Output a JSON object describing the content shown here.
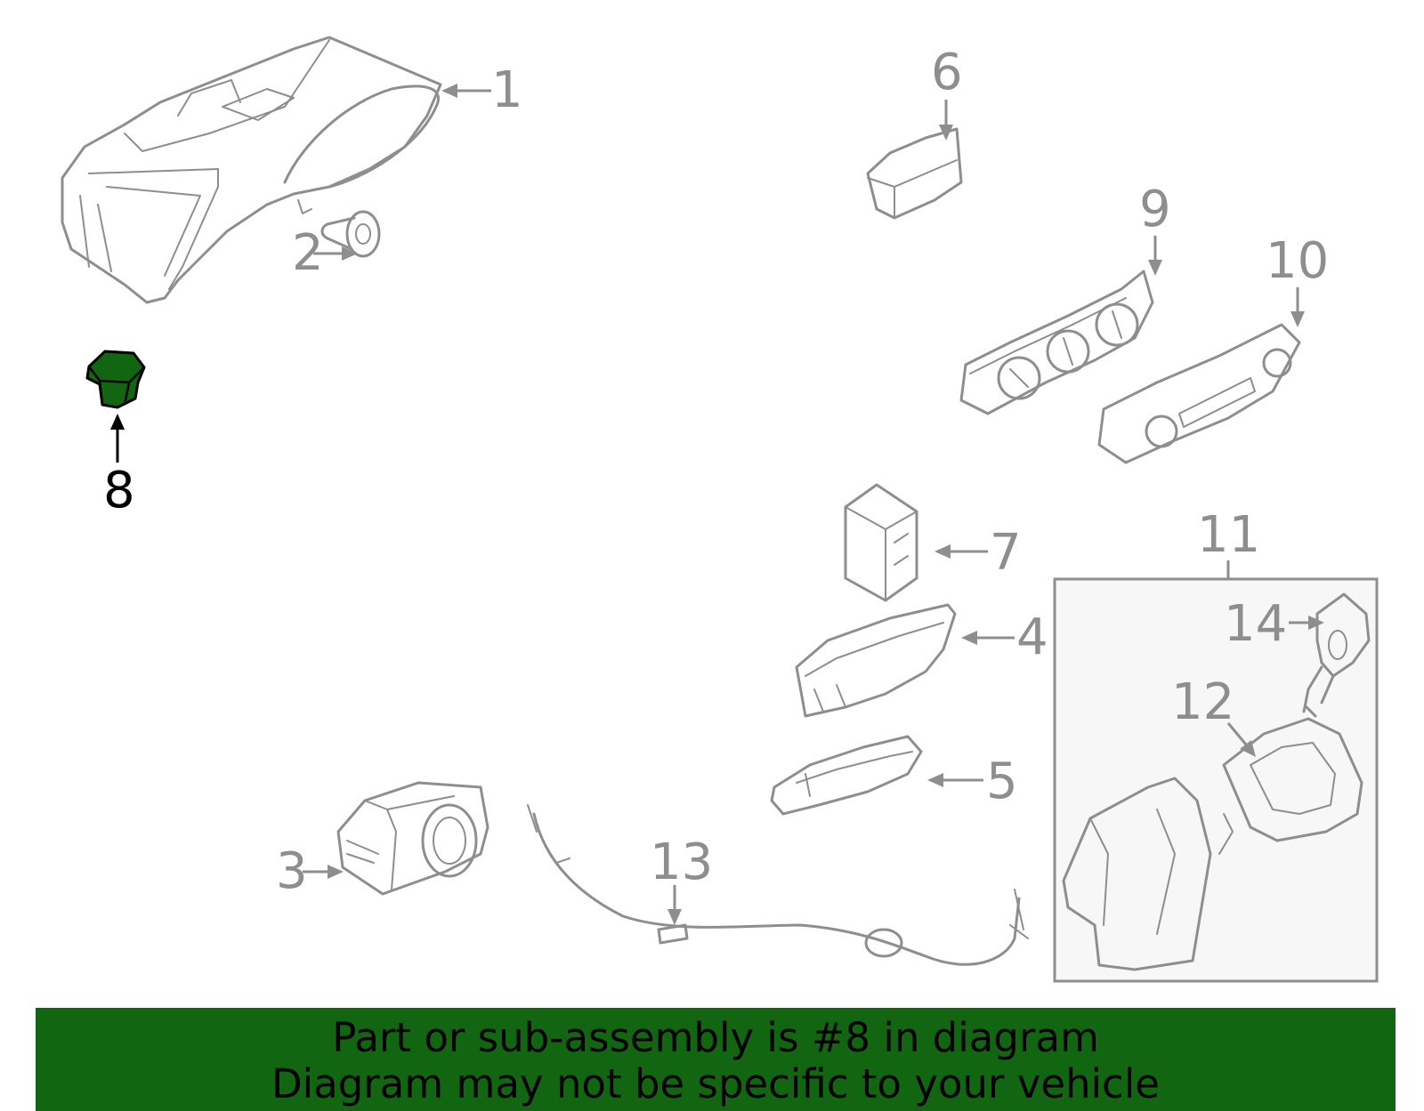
{
  "diagram": {
    "callouts": [
      "1",
      "2",
      "3",
      "4",
      "5",
      "6",
      "7",
      "8",
      "9",
      "10",
      "11",
      "12",
      "13",
      "14"
    ],
    "highlighted_part": "8",
    "highlight_color": "#126612",
    "line_color": "#8e8e8e"
  },
  "banner": {
    "line1": "Part or sub-assembly is #8 in diagram",
    "line2": "Diagram may not be specific to your vehicle",
    "background": "#126612"
  }
}
